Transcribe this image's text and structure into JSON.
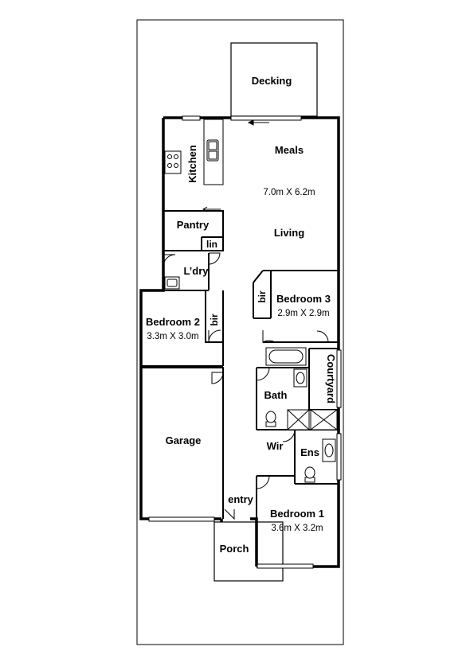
{
  "rooms": {
    "decking": {
      "name": "Decking"
    },
    "meals": {
      "name": "Meals"
    },
    "meals_living_dims": "7.0m X 6.2m",
    "living": {
      "name": "Living"
    },
    "kitchen": {
      "name": "Kitchen"
    },
    "pantry": {
      "name": "Pantry"
    },
    "linen": {
      "name": "lin"
    },
    "laundry": {
      "name": "L’dry"
    },
    "bedroom3": {
      "name": "Bedroom 3",
      "dims": "2.9m X 2.9m"
    },
    "bir3": {
      "name": "bir"
    },
    "bedroom2": {
      "name": "Bedroom 2",
      "dims": "3.3m X 3.0m"
    },
    "bir2": {
      "name": "bir"
    },
    "courtyard": {
      "name": "Courtyard"
    },
    "bath": {
      "name": "Bath"
    },
    "garage": {
      "name": "Garage"
    },
    "wir": {
      "name": "Wir"
    },
    "ensuite": {
      "name": "Ens"
    },
    "entry": {
      "name": "entry"
    },
    "bedroom1": {
      "name": "Bedroom 1",
      "dims": "3.6m X 3.2m"
    },
    "porch": {
      "name": "Porch"
    }
  }
}
